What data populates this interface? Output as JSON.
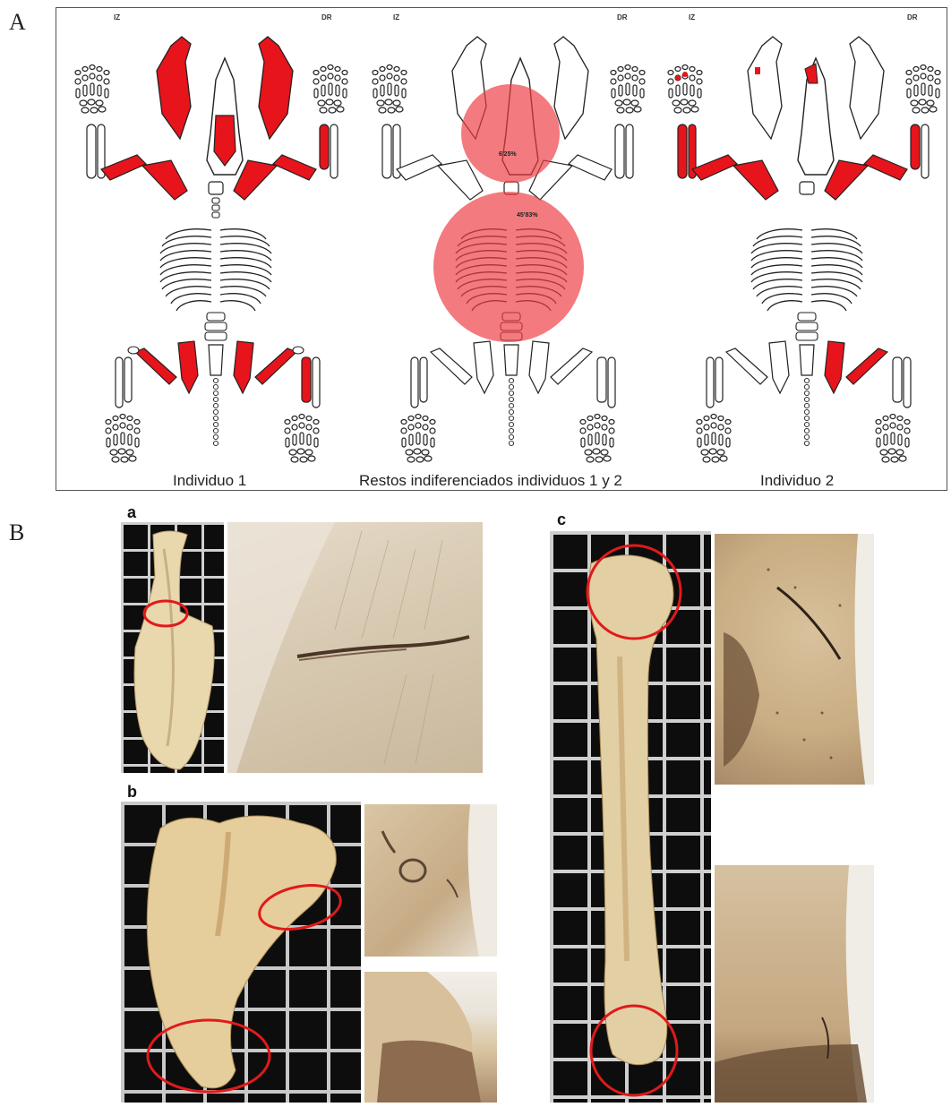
{
  "panels": {
    "a_label": "A",
    "b_label": "B"
  },
  "panel_a": {
    "side_left": "IZ",
    "side_right": "DR",
    "individual_1": "Individuo 1",
    "undifferentiated": "Restos indiferenciados individuos 1 y 2",
    "individual_2": "Individuo 2",
    "percent_skull": "6'25%",
    "percent_thorax": "45'83%",
    "colors": {
      "highlight": "#e8141b",
      "circle": "#ee3b41"
    }
  },
  "panel_b": {
    "sub_a": "a",
    "sub_b": "b",
    "sub_c": "c",
    "colors": {
      "circle": "#e01a1a"
    }
  }
}
